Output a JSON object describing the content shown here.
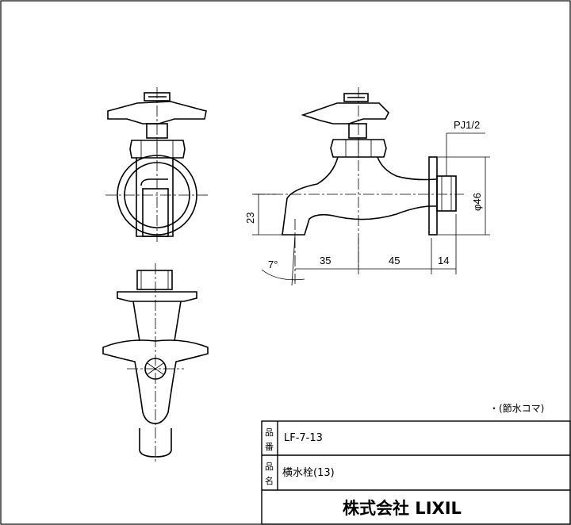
{
  "dimensions": {
    "height_23": "23",
    "len_35": "35",
    "len_45": "45",
    "len_14": "14",
    "diameter_46": "φ46",
    "thread": "PJ1/2",
    "angle": "7°"
  },
  "note": "・(節水コマ)",
  "title_block": {
    "part_no_label_1": "品",
    "part_no_label_2": "番",
    "part_no_value": "LF-7-13",
    "name_label_1": "品",
    "name_label_2": "名",
    "name_value": "横水栓(13)",
    "company": "株式会社 LIXIL"
  }
}
